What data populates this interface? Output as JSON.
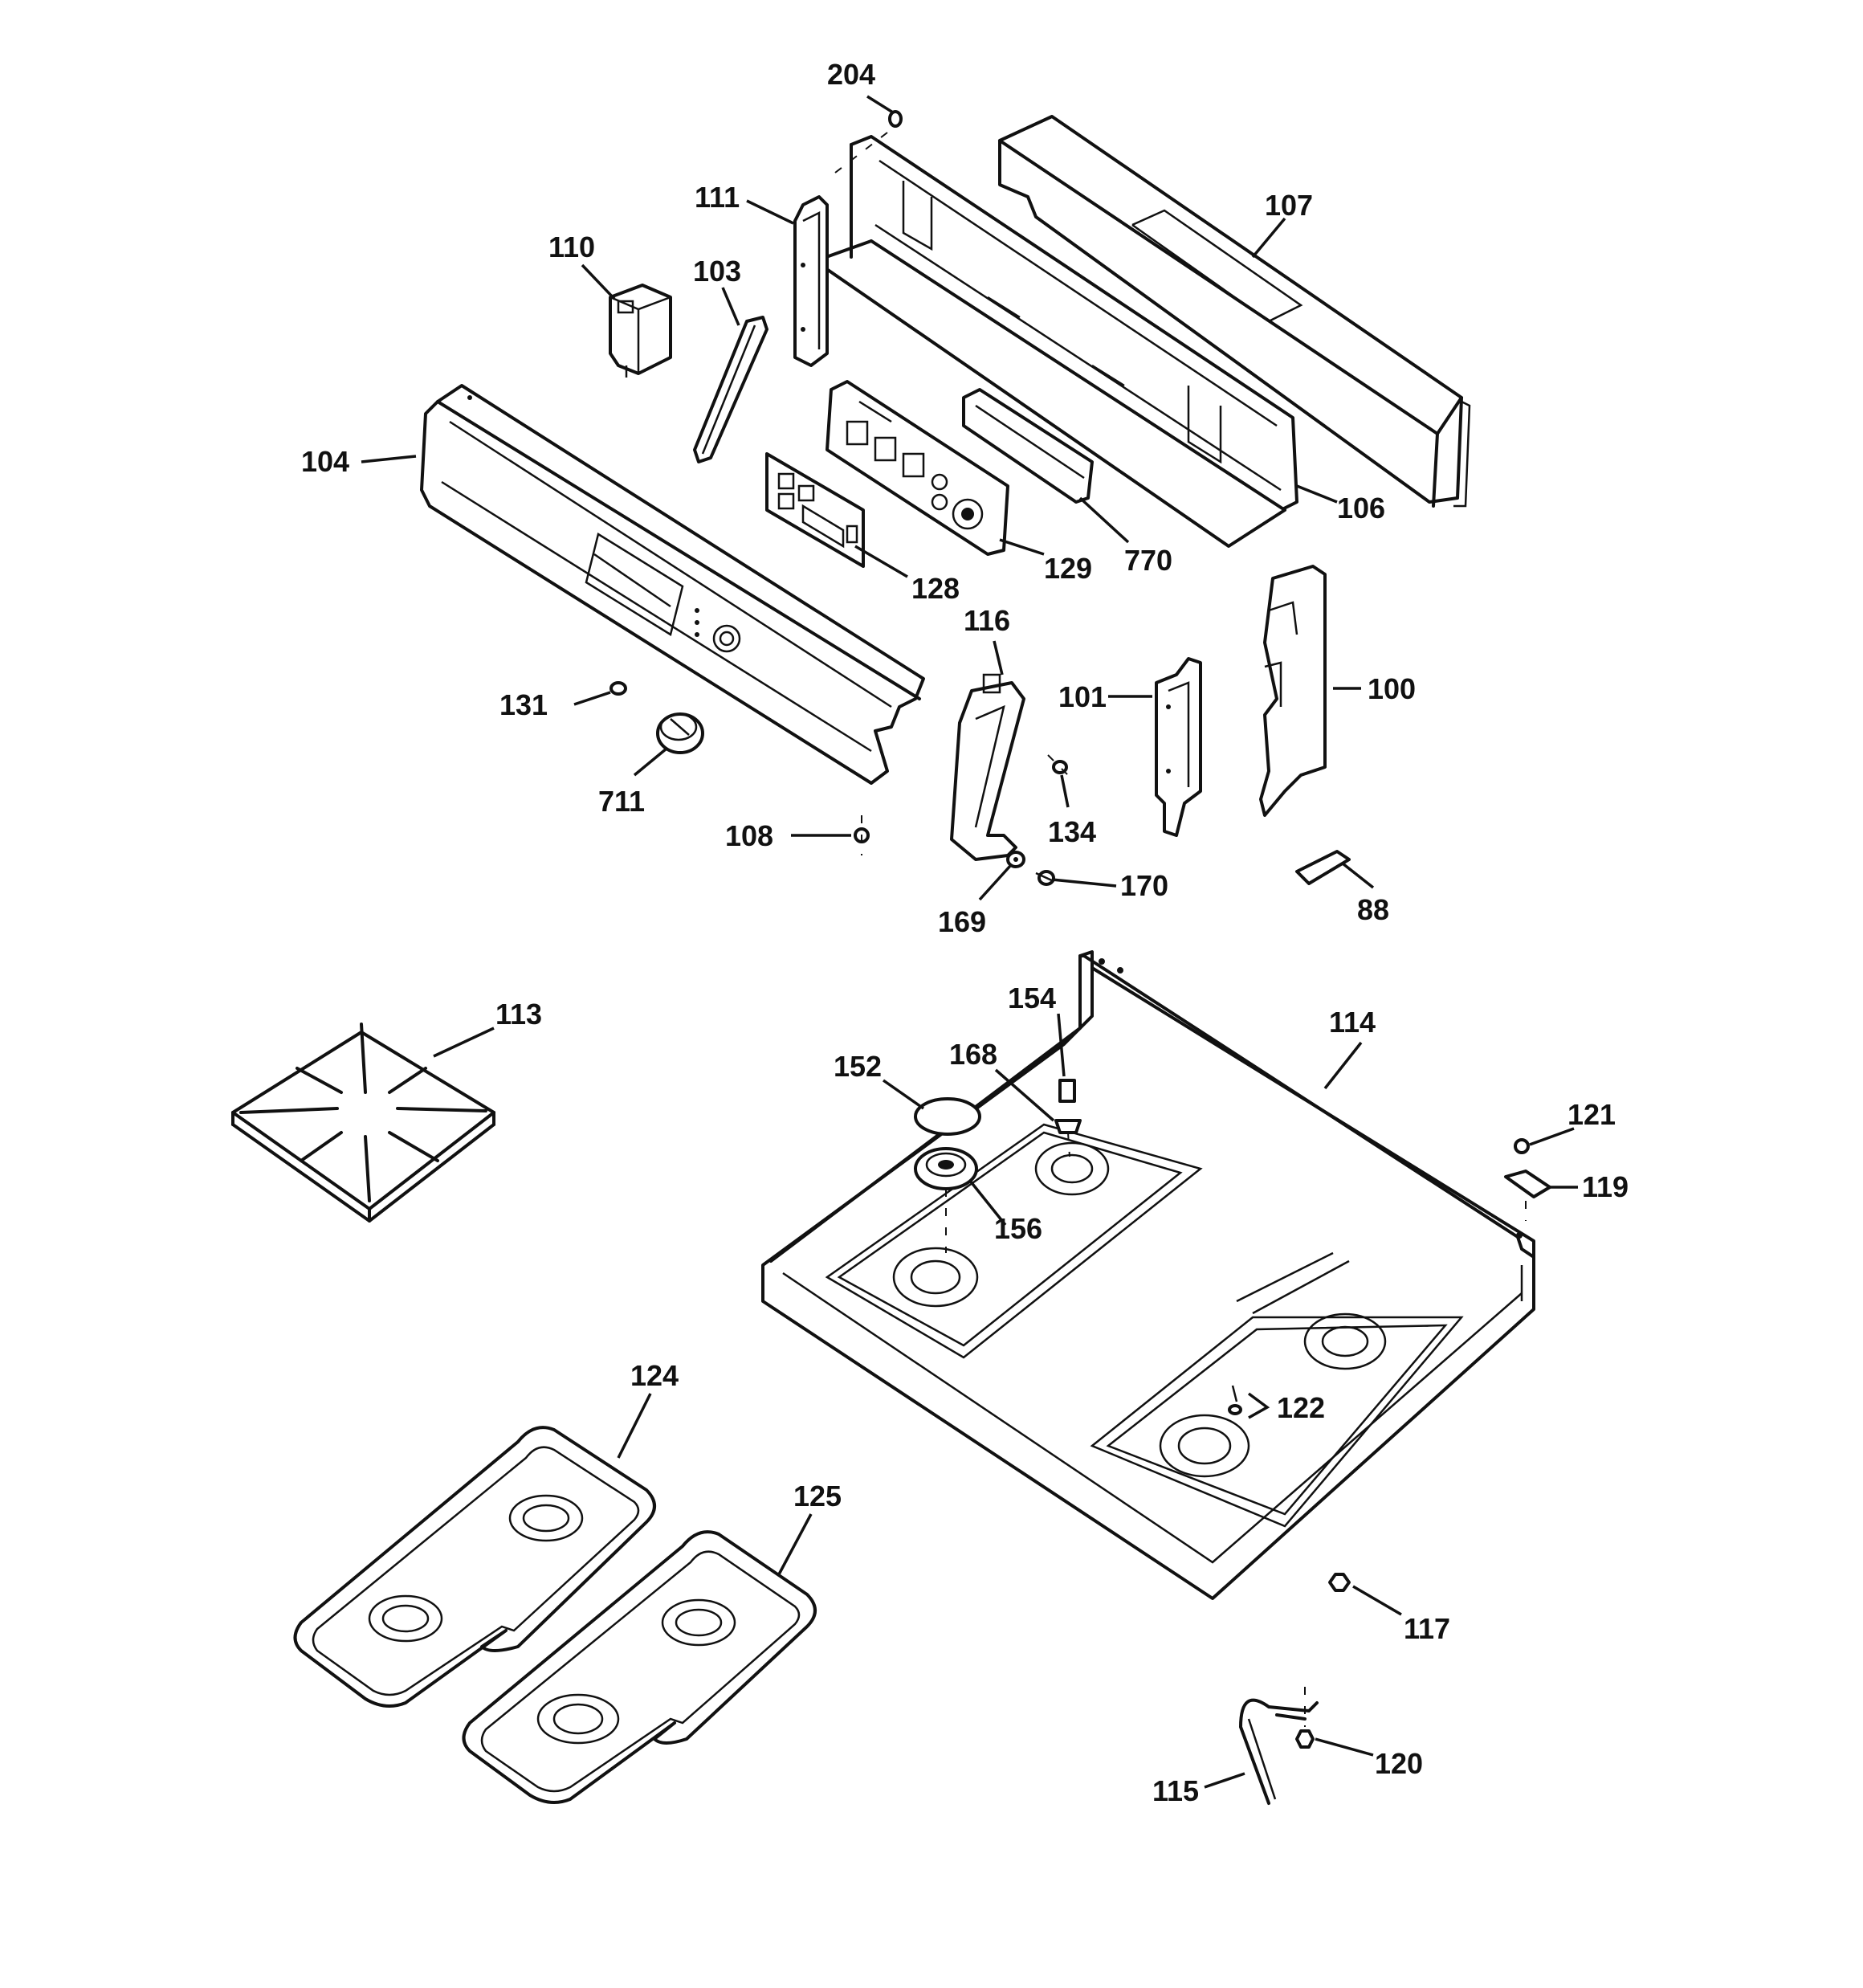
{
  "labels": {
    "p204": "204",
    "p107": "107",
    "p111": "111",
    "p110": "110",
    "p103": "103",
    "p104": "104",
    "p106": "106",
    "p770": "770",
    "p129": "129",
    "p128": "128",
    "p116": "116",
    "p101": "101",
    "p100": "100",
    "p131": "131",
    "p711": "711",
    "p134": "134",
    "p108": "108",
    "p170": "170",
    "p169": "169",
    "p88": "88",
    "p113": "113",
    "p154": "154",
    "p114": "114",
    "p152": "152",
    "p168": "168",
    "p121": "121",
    "p119": "119",
    "p156": "156",
    "p122": "122",
    "p124": "124",
    "p125": "125",
    "p117": "117",
    "p120": "120",
    "p115": "115"
  }
}
